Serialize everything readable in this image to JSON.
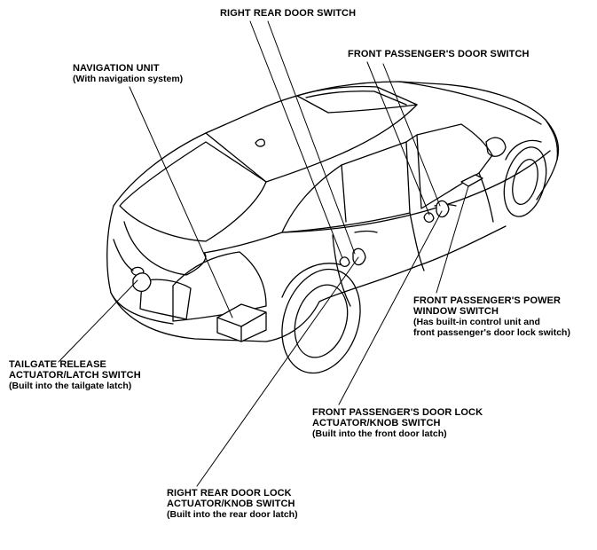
{
  "labels": {
    "right_rear_door_switch": {
      "title": "RIGHT REAR DOOR SWITCH"
    },
    "front_passenger_door_switch": {
      "title": "FRONT PASSENGER'S DOOR SWITCH"
    },
    "navigation_unit": {
      "title": "NAVIGATION UNIT",
      "note": "(With navigation system)"
    },
    "front_passenger_power_window_switch": {
      "title1": "FRONT PASSENGER'S POWER",
      "title2": "WINDOW SWITCH",
      "note1": "(Has built-in control unit and",
      "note2": "front passenger's door lock switch)"
    },
    "tailgate_release": {
      "title1": "TAILGATE RELEASE",
      "title2": "ACTUATOR/LATCH SWITCH",
      "note": "(Built into the tailgate latch)"
    },
    "front_passenger_door_lock": {
      "title1": "FRONT PASSENGER'S DOOR LOCK",
      "title2": "ACTUATOR/KNOB SWITCH",
      "note": "(Built into the front door latch)"
    },
    "right_rear_door_lock": {
      "title1": "RIGHT REAR DOOR LOCK",
      "title2": "ACTUATOR/KNOB SWITCH",
      "note": "(Built into the rear door latch)"
    }
  },
  "colors": {
    "ink": "#000000",
    "background": "#ffffff"
  }
}
